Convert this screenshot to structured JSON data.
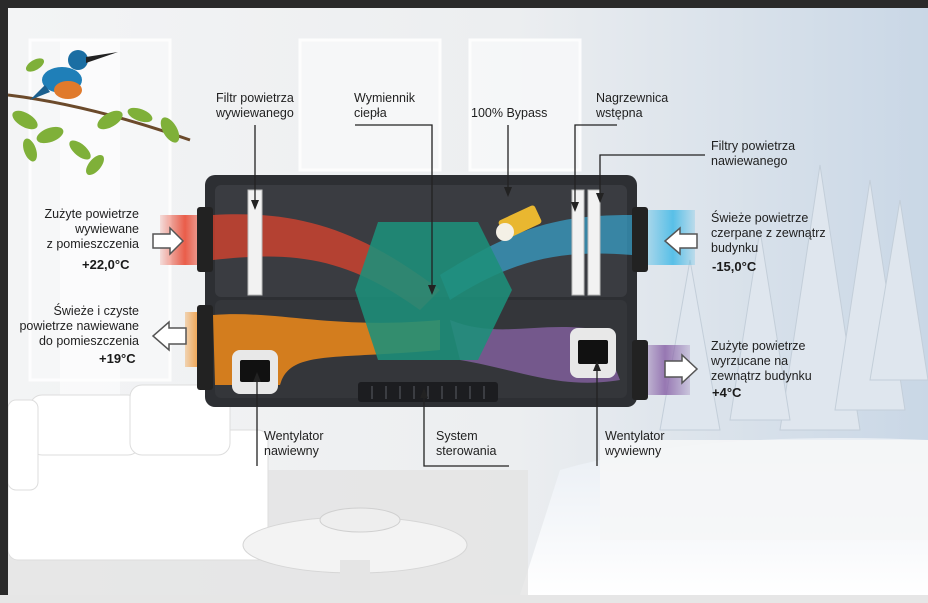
{
  "labels": {
    "exhaust_filter": "Filtr powietrza\nwywiewanego",
    "heat_exchanger": "Wymiennik\nciepła",
    "bypass": "100% Bypass",
    "preheater": "Nagrzewnica\nwstępna",
    "supply_filters": "Filtry powietrza\nnawiewanego",
    "extract_air": "Zużyte powietrze\nwywiewane\nz pomieszczenia",
    "extract_temp": "+22,0°C",
    "supply_air": "Świeże i czyste\npowietrze nawiewane\ndo pomieszczenia",
    "supply_temp": "+19°C",
    "outdoor_air": "Świeże powietrze\nczerpane z zewnątrz\nbudynku",
    "outdoor_temp": "-15,0°C",
    "exhaust_air": "Zużyte powietrze\nwyrzucane na\nzewnątrz budynku",
    "exhaust_temp": "+4°C",
    "supply_fan": "Wentylator\nnawiewny",
    "control_system": "System\nsterowania",
    "exhaust_fan": "Wentylator\nwywiewny"
  },
  "colors": {
    "warm_flow": "#e8432c",
    "supply_flow": "#f08a1a",
    "cold_flow": "#37b6e6",
    "exhaust_flow": "#8a64a8",
    "exchanger": "#1d8f7a",
    "unit_body": "#2d2f33",
    "leader_line": "#222222"
  },
  "icons": {
    "arrow_in_left": "outline-arrow-right-icon",
    "arrow_out_left": "outline-arrow-left-icon",
    "arrow_in_right": "outline-arrow-left-icon",
    "arrow_out_right": "outline-arrow-right-icon",
    "bird": "kingfisher-icon"
  }
}
